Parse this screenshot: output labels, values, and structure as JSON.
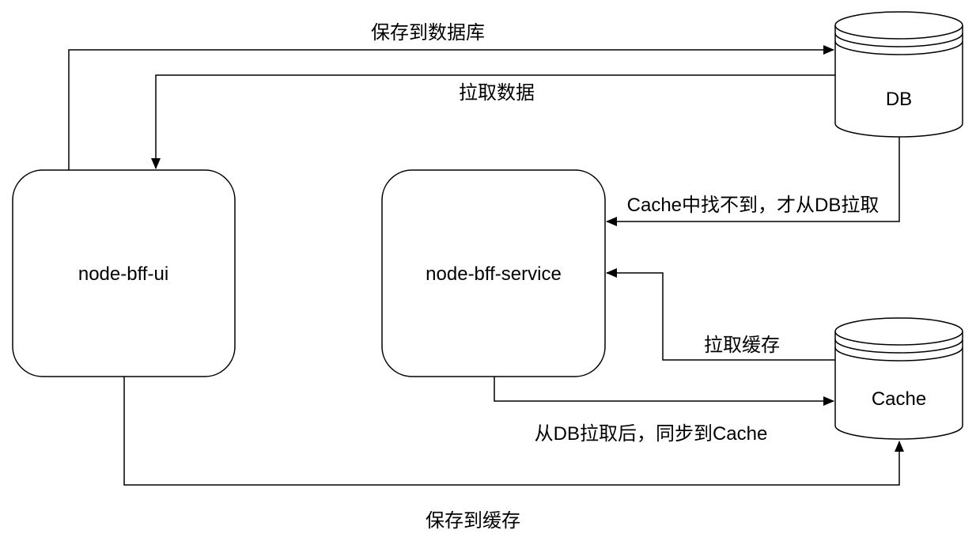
{
  "diagram": {
    "colors": {
      "background": "#ffffff",
      "stroke": "#000000",
      "text": "#000000"
    },
    "nodes": [
      {
        "id": "node-bff-ui",
        "label": "node-bff-ui",
        "shape": "rounded-rectangle"
      },
      {
        "id": "node-bff-service",
        "label": "node-bff-service",
        "shape": "rounded-rectangle"
      },
      {
        "id": "db",
        "label": "DB",
        "shape": "database-cylinder"
      },
      {
        "id": "cache",
        "label": "Cache",
        "shape": "database-cylinder"
      }
    ],
    "edges": [
      {
        "from": "node-bff-ui",
        "to": "db",
        "label": "保存到数据库"
      },
      {
        "from": "db",
        "to": "node-bff-ui",
        "label": "拉取数据"
      },
      {
        "from": "db",
        "to": "node-bff-service",
        "label": "Cache中找不到，才从DB拉取"
      },
      {
        "from": "cache",
        "to": "node-bff-service",
        "label": "拉取缓存"
      },
      {
        "from": "node-bff-service",
        "to": "cache",
        "label": "从DB拉取后，同步到Cache"
      },
      {
        "from": "node-bff-ui",
        "to": "cache",
        "label": "保存到缓存"
      }
    ]
  }
}
